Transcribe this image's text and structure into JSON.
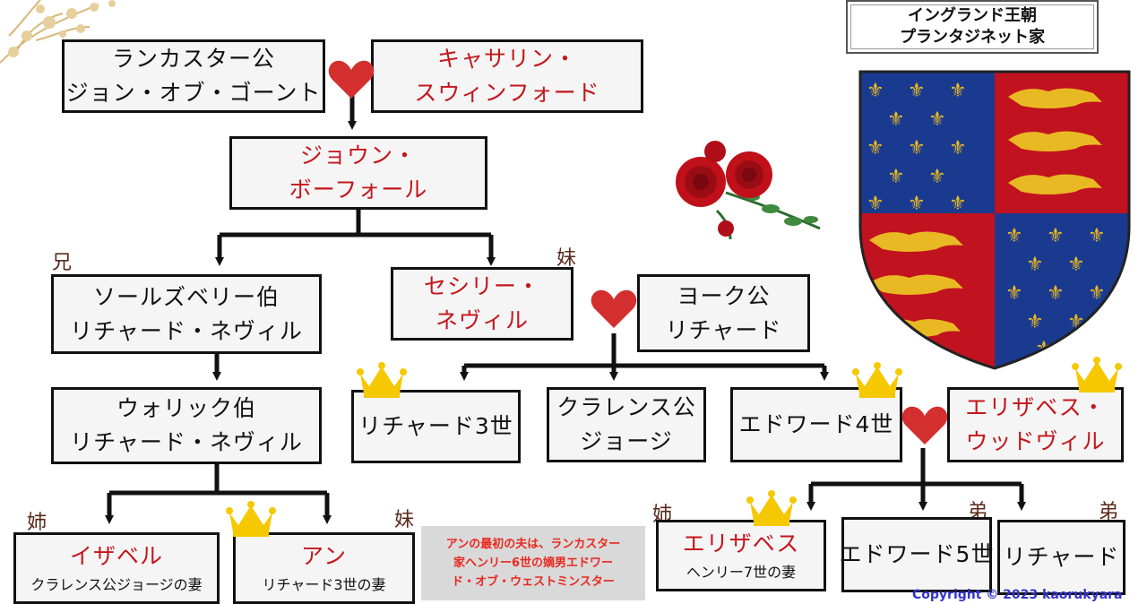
{
  "title": {
    "line1": "イングランド王朝",
    "line2": "プランタジネット家"
  },
  "people": {
    "john": {
      "line1": "ランカスター公",
      "line2": "ジョン・オブ・ゴーント"
    },
    "katherine": {
      "line1": "キャサリン・",
      "line2": "スウィンフォード"
    },
    "joan": {
      "line1": "ジョウン・",
      "line2": "ボーフォール"
    },
    "salisbury": {
      "line1": "ソールズベリー伯",
      "line2": "リチャード・ネヴィル"
    },
    "cecily": {
      "line1": "セシリー・",
      "line2": "ネヴィル"
    },
    "york": {
      "line1": "ヨーク公",
      "line2": "リチャード"
    },
    "warwick": {
      "line1": "ウォリック伯",
      "line2": "リチャード・ネヴィル"
    },
    "richard3": {
      "line1": "リチャード3世"
    },
    "clarence": {
      "line1": "クラレンス公",
      "line2": "ジョージ"
    },
    "edward4": {
      "line1": "エドワード4世"
    },
    "elizabeth_w": {
      "line1": "エリザベス・",
      "line2": "ウッドヴィル"
    },
    "isabel": {
      "name": "イザベル",
      "sub": "クラレンス公ジョージの妻"
    },
    "anne": {
      "name": "アン",
      "sub": "リチャード3世の妻"
    },
    "elizabeth_y": {
      "name": "エリザベス",
      "sub": "ヘンリー7世の妻"
    },
    "edward5": {
      "line1": "エドワード5世"
    },
    "richard_y": {
      "line1": "リチャード"
    }
  },
  "relations": {
    "salisbury": "兄",
    "cecily": "妹",
    "isabel": "姉",
    "anne": "妹",
    "elizabeth_y": "姉",
    "edward5": "弟",
    "richard_y": "弟"
  },
  "note": {
    "line1": "アンの最初の夫は、ランカスター",
    "line2": "家ヘンリー6世の嫡男エドワー",
    "line3": "ド・オブ・ウェストミンスター"
  },
  "copyright": "Copyright © 2023 kaorukyara",
  "colors": {
    "red_text": "#c4161c",
    "heart": "#d32f2f",
    "crown": "#f5c800",
    "shield_blue": "#1a3a8f",
    "shield_red": "#c1121f",
    "lion_gold": "#e8b923"
  }
}
